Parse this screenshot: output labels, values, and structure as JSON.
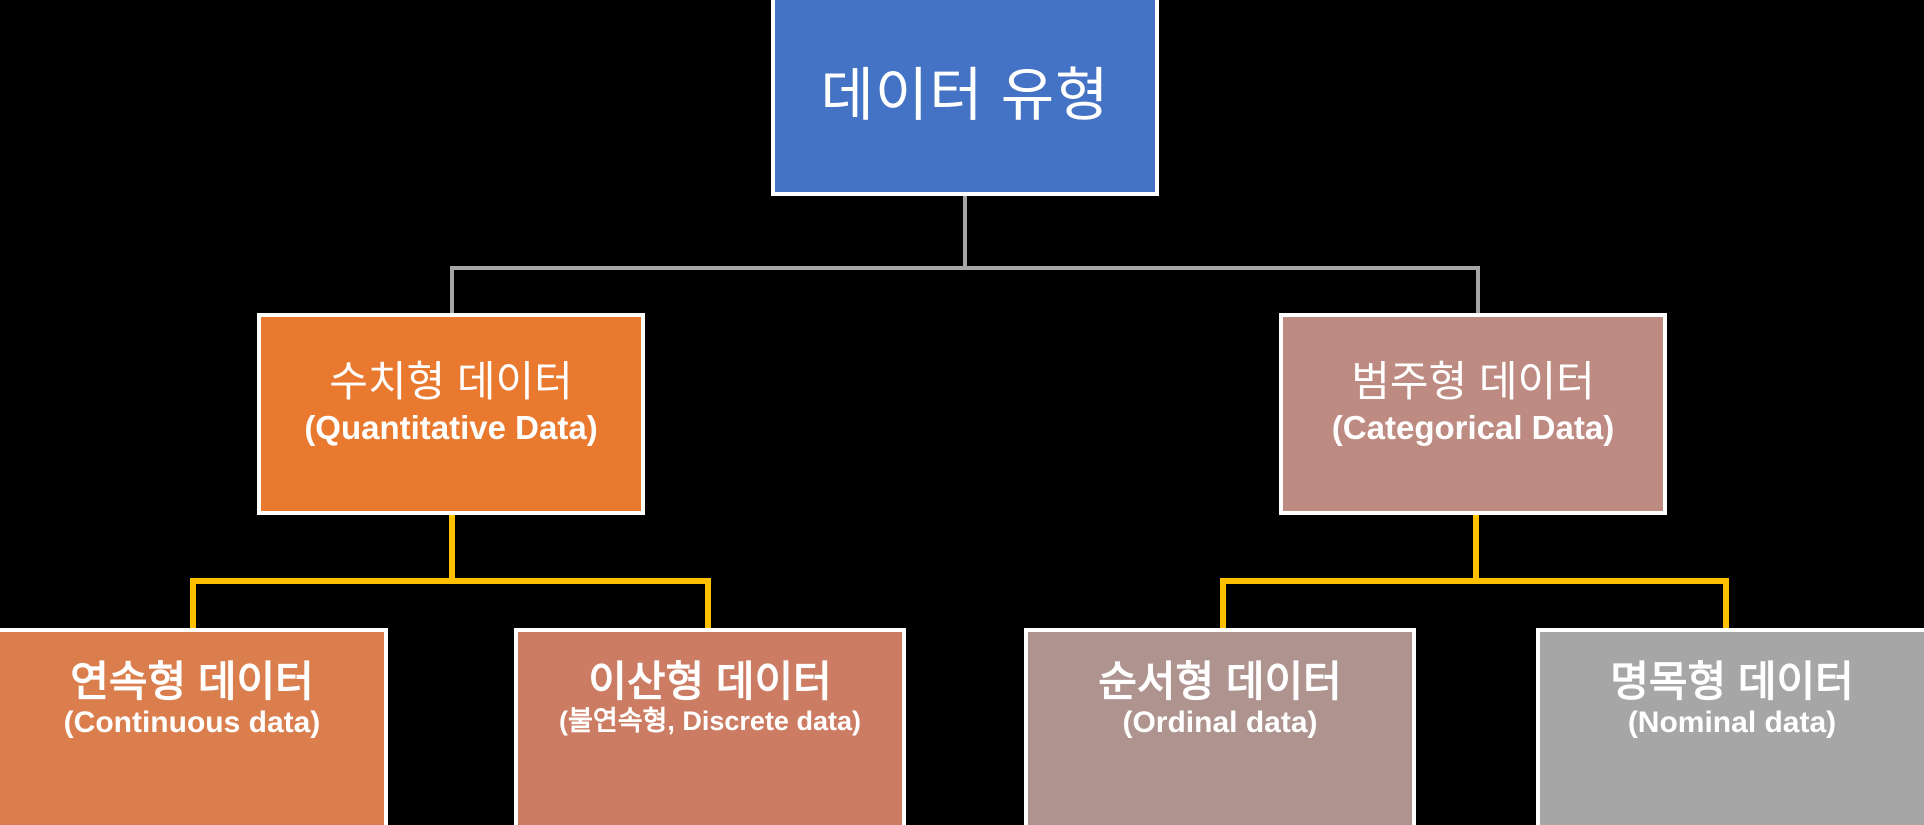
{
  "diagram": {
    "title": "데이터 유형",
    "background_color": "#000000",
    "connector_colors": {
      "level1": "#A6A6A6",
      "level2": "#FFC000"
    },
    "root": {
      "ko": "데이터 유형",
      "en": "",
      "color": "#4472C4"
    },
    "level2": [
      {
        "ko": "수치형 데이터",
        "en": "(Quantitative Data)",
        "color": "#E8792E"
      },
      {
        "ko": "범주형 데이터",
        "en": "(Categorical Data)",
        "color": "#BE8B82"
      }
    ],
    "level3": [
      {
        "ko": "연속형 데이터",
        "en": "(Continuous data)",
        "color": "#DB7E4E",
        "parent": "수치형 데이터"
      },
      {
        "ko": "이산형 데이터",
        "en": "(불연속형, Discrete data)",
        "color": "#CC7C62",
        "parent": "수치형 데이터"
      },
      {
        "ko": "순서형 데이터",
        "en": "(Ordinal data)",
        "color": "#AE938F",
        "parent": "범주형 데이터"
      },
      {
        "ko": "명목형 데이터",
        "en": "(Nominal data)",
        "color": "#A6A6A6",
        "parent": "범주형 데이터"
      }
    ]
  }
}
